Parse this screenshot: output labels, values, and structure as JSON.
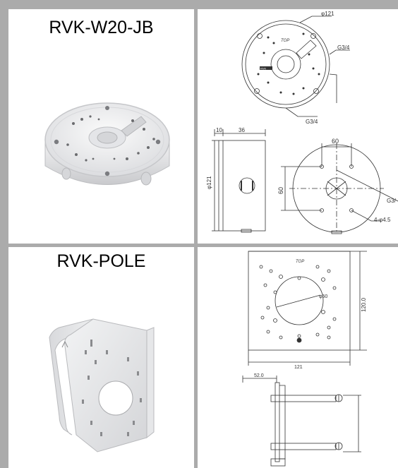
{
  "products": [
    {
      "name": "RVK-W20-JB",
      "drawing_labels": {
        "top_dia": "φ121",
        "port_right": "G3/4",
        "port_bottom": "G3/4",
        "side_dim_10": "10",
        "side_dim_36": "36",
        "side_height": "φ121",
        "front_dim_60_h": "60",
        "front_dim_60_v": "60",
        "front_port": "G3/",
        "front_holes": "4-φ4.5",
        "top_mark": "TOP",
        "brand_mark": "RVK"
      }
    },
    {
      "name": "RVK-POLE",
      "drawing_labels": {
        "top_mark": "TOP",
        "hole_dia": "φ50",
        "height": "120.0",
        "width": "121",
        "depth": "52.0"
      }
    }
  ],
  "colors": {
    "border": "#ababab",
    "line": "#333333",
    "product": "#e9eaec"
  }
}
